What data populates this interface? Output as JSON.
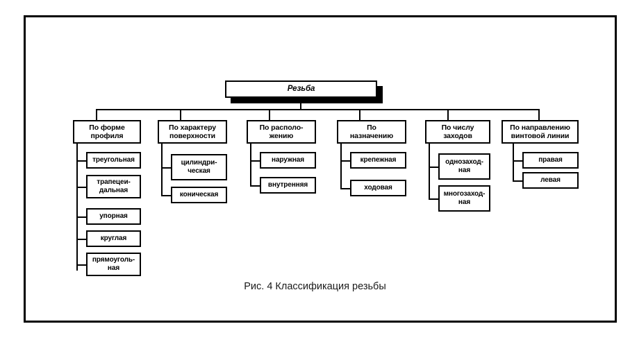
{
  "figure": {
    "caption": "Рис. 4 Классификация резьбы",
    "root_label": "Резьба",
    "colors": {
      "line": "#000000",
      "box_fill": "#ffffff",
      "page_bg": "#ffffff",
      "shadow": "#000000",
      "caption_text": "#1a1a1a"
    }
  },
  "diagram": {
    "type": "tree",
    "root": "Резьба",
    "columns": [
      {
        "id": "col-profile-shape",
        "label_line1": "По форме",
        "label_line2": "профиля",
        "children": [
          {
            "line1": "треугольная",
            "line2": ""
          },
          {
            "line1": "трапецеи-",
            "line2": "дальная"
          },
          {
            "line1": "упорная",
            "line2": ""
          },
          {
            "line1": "круглая",
            "line2": ""
          },
          {
            "line1": "прямоуголь-",
            "line2": "ная"
          }
        ]
      },
      {
        "id": "col-surface-character",
        "label_line1": "По характеру",
        "label_line2": "поверхности",
        "children": [
          {
            "line1": "цилиндри-",
            "line2": "ческая"
          },
          {
            "line1": "коническая",
            "line2": ""
          }
        ]
      },
      {
        "id": "col-location",
        "label_line1": "По располо-",
        "label_line2": "жению",
        "children": [
          {
            "line1": "наружная",
            "line2": ""
          },
          {
            "line1": "внутренняя",
            "line2": ""
          }
        ]
      },
      {
        "id": "col-purpose",
        "label_line1": "По",
        "label_line2": "назначению",
        "children": [
          {
            "line1": "крепежная",
            "line2": ""
          },
          {
            "line1": "ходовая",
            "line2": ""
          }
        ]
      },
      {
        "id": "col-starts-count",
        "label_line1": "По числу",
        "label_line2": "заходов",
        "children": [
          {
            "line1": "однозаход-",
            "line2": "ная"
          },
          {
            "line1": "многозаход-",
            "line2": "ная"
          }
        ]
      },
      {
        "id": "col-helix-direction",
        "label_line1": "По направлению",
        "label_line2": "винтовой линии",
        "children": [
          {
            "line1": "правая",
            "line2": ""
          },
          {
            "line1": "левая",
            "line2": ""
          }
        ]
      }
    ]
  }
}
